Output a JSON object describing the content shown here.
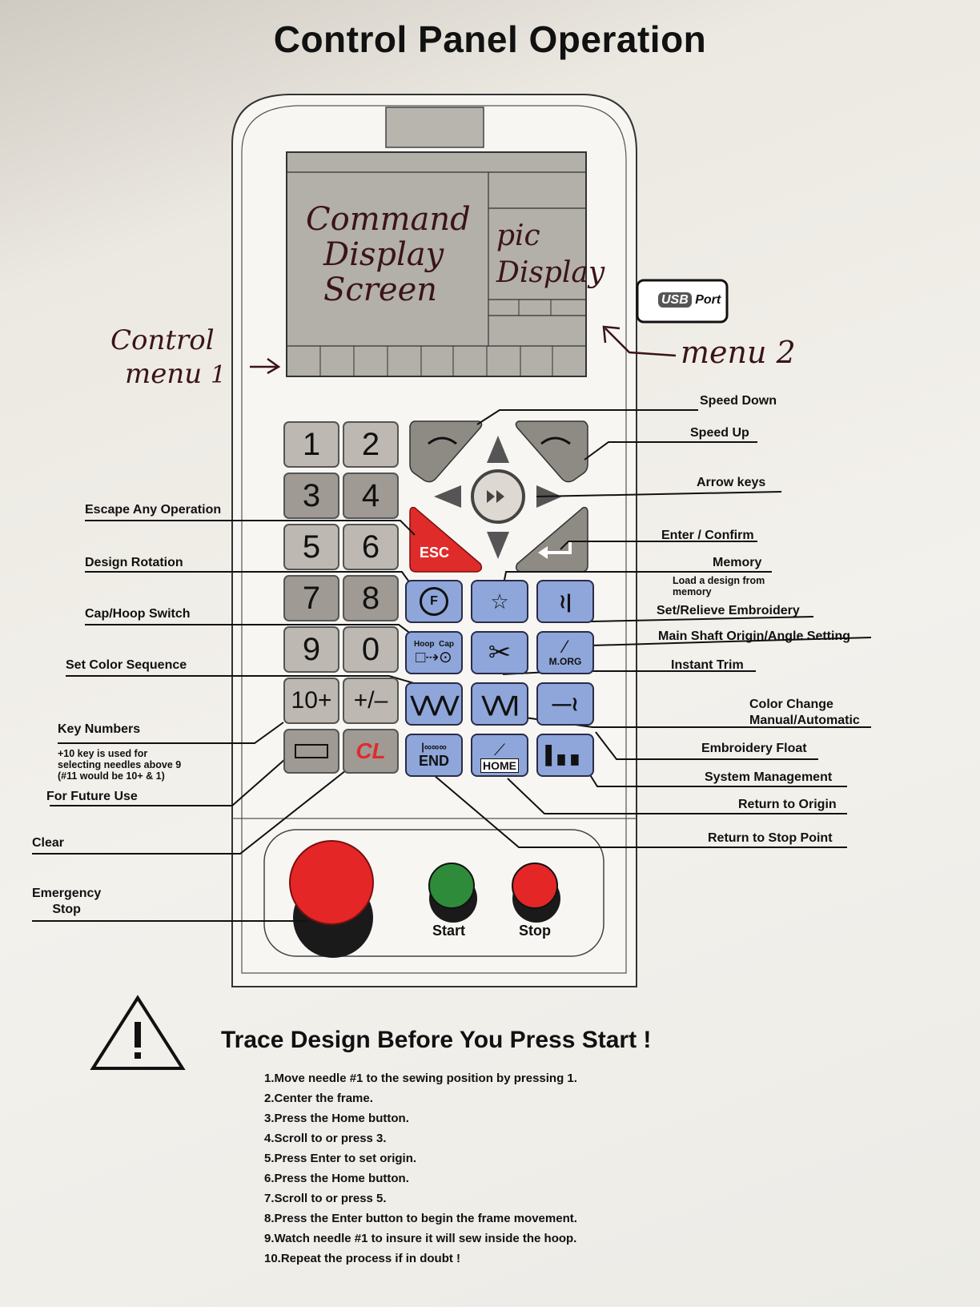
{
  "title": "Control Panel Operation",
  "handwritten": {
    "command_display": [
      "Command",
      "Display",
      "Screen"
    ],
    "pic_display": [
      "pic",
      "Display"
    ],
    "control_menu": [
      "Control",
      "menu"
    ],
    "control_menu_num": "1",
    "menu2": "menu 2"
  },
  "usb_port": {
    "usb": "USB",
    "port": "Port"
  },
  "number_keys": [
    "1",
    "2",
    "3",
    "4",
    "5",
    "6",
    "7",
    "8",
    "9",
    "0",
    "10+",
    "+/–"
  ],
  "clear_key": "CL",
  "esc_key": "ESC",
  "function_keys": {
    "hoop": "Hoop",
    "cap": "Cap",
    "morg": "M.ORG",
    "end": "END",
    "home": "HOME"
  },
  "bottom_buttons": {
    "start": "Start",
    "stop": "Stop"
  },
  "right_labels": {
    "speed_down": "Speed Down",
    "speed_up": "Speed Up",
    "arrow_keys": "Arrow keys",
    "enter": "Enter / Confirm",
    "memory": "Memory",
    "memory_sub": "Load a design from memory",
    "set_relieve": "Set/Relieve Embroidery",
    "main_shaft": "Main Shaft Origin/Angle Setting",
    "instant_trim": "Instant Trim",
    "color_change": "Color Change",
    "color_change2": "Manual/Automatic",
    "float": "Embroidery Float",
    "system": "System Management",
    "return_origin": "Return to Origin",
    "return_stop": "Return to Stop Point"
  },
  "left_labels": {
    "escape": "Escape Any Operation",
    "rotation": "Design Rotation",
    "cap_hoop": "Cap/Hoop Switch",
    "color_seq": "Set Color Sequence",
    "key_numbers": "Key Numbers",
    "key_numbers_note": [
      "+10 key is used for",
      "selecting needles above 9",
      "(#11 would be 10+ & 1)"
    ],
    "future": "For Future Use",
    "clear": "Clear",
    "emergency1": "Emergency",
    "emergency2": "Stop"
  },
  "trace": {
    "title": "Trace Design Before You Press Start !",
    "steps": [
      "1.Move needle #1 to the sewing position by pressing 1.",
      "2.Center the frame.",
      "3.Press the Home button.",
      "4.Scroll to or press 3.",
      "5.Press Enter to set origin.",
      "6.Press the Home button.",
      "7.Scroll to or press 5.",
      "8.Press the Enter button to begin the frame movement.",
      "9.Watch needle #1 to insure it will sew inside the hoop.",
      "10.Repeat the process if in doubt !"
    ]
  },
  "colors": {
    "esc_red": "#e02b2b",
    "func_blue": "#8ea6da",
    "start_green": "#2e8b3a",
    "stop_red": "#e42626",
    "key_grey": "#bdb8b1"
  }
}
